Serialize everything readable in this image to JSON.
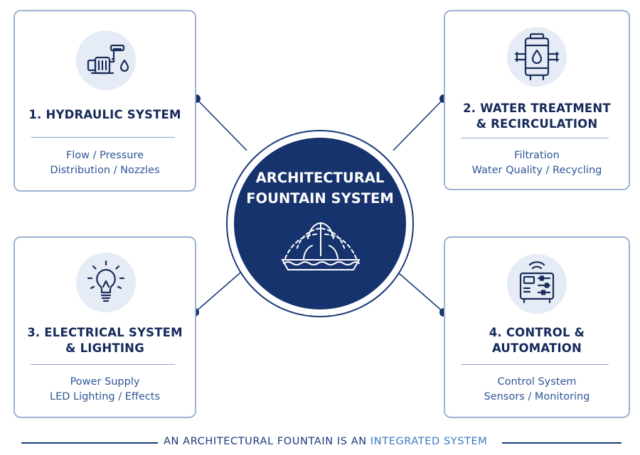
{
  "hub": {
    "title_line1": "ARCHITECTURAL",
    "title_line2": "FOUNTAIN SYSTEM",
    "icon": "fountain-icon"
  },
  "modules": [
    {
      "heading_line1": "1. HYDRAULIC SYSTEM",
      "heading_line2": "",
      "detail_line1": "Flow / Pressure",
      "detail_line2": "Distribution / Nozzles",
      "icon": "pump-icon"
    },
    {
      "heading_line1": "2. WATER TREATMENT",
      "heading_line2": "& RECIRCULATION",
      "detail_line1": "Filtration",
      "detail_line2": "Water Quality / Recycling",
      "icon": "filter-tank-icon"
    },
    {
      "heading_line1": "3. ELECTRICAL SYSTEM",
      "heading_line2": "& LIGHTING",
      "detail_line1": "Power Supply",
      "detail_line2": "LED Lighting / Effects",
      "icon": "light-bulb-icon"
    },
    {
      "heading_line1": "4. CONTROL &",
      "heading_line2": "AUTOMATION",
      "detail_line1": "Control System",
      "detail_line2": "Sensors / Monitoring",
      "icon": "control-panel-icon"
    }
  ],
  "footer": {
    "text_main": "AN ARCHITECTURAL FOUNTAIN IS AN ",
    "text_accent": "INTEGRATED SYSTEM"
  },
  "colors": {
    "navy": "#16336d",
    "card_border": "#9db3d0",
    "detail_text": "#2f5597",
    "icon_disc": "#e5ecf5",
    "accent": "#3a78c2"
  }
}
